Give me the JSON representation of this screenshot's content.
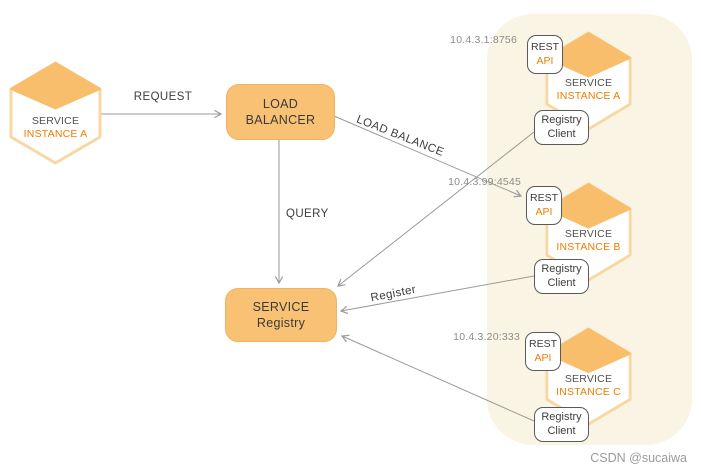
{
  "colors": {
    "panel_bg": "#F9F4E3",
    "node_fill": "#F8C173",
    "hex_stroke": "#F8D7A3",
    "hex_top_fill": "#F9BE6B",
    "accent_orange": "#EE7D01",
    "connector_gray": "#9A9A9A"
  },
  "client_node": {
    "line1": "SERVICE",
    "line2": "INSTANCE A"
  },
  "load_balancer": {
    "line1": "LOAD",
    "line2": "BALANCER"
  },
  "service_registry": {
    "line1": "SERVICE",
    "line2": "Registry"
  },
  "edges": {
    "request": {
      "label": "REQUEST"
    },
    "load_balance": {
      "label": "LOAD BALANCE"
    },
    "query": {
      "label": "QUERY"
    },
    "register": {
      "label": "Register"
    }
  },
  "instances": [
    {
      "ip": "10.4.3.1:8756",
      "rest_line1": "REST",
      "rest_line2": "API",
      "service_line1": "SERVICE",
      "service_line2": "INSTANCE A",
      "registry_line1": "Registry",
      "registry_line2": "Client"
    },
    {
      "ip": "10.4.3.99:4545",
      "rest_line1": "REST",
      "rest_line2": "API",
      "service_line1": "SERVICE",
      "service_line2": "INSTANCE B",
      "registry_line1": "Registry",
      "registry_line2": "Client"
    },
    {
      "ip": "10.4.3.20:333",
      "rest_line1": "REST",
      "rest_line2": "API",
      "service_line1": "SERVICE",
      "service_line2": "INSTANCE C",
      "registry_line1": "Registry",
      "registry_line2": "Client"
    }
  ],
  "watermark": "CSDN @sucaiwa"
}
